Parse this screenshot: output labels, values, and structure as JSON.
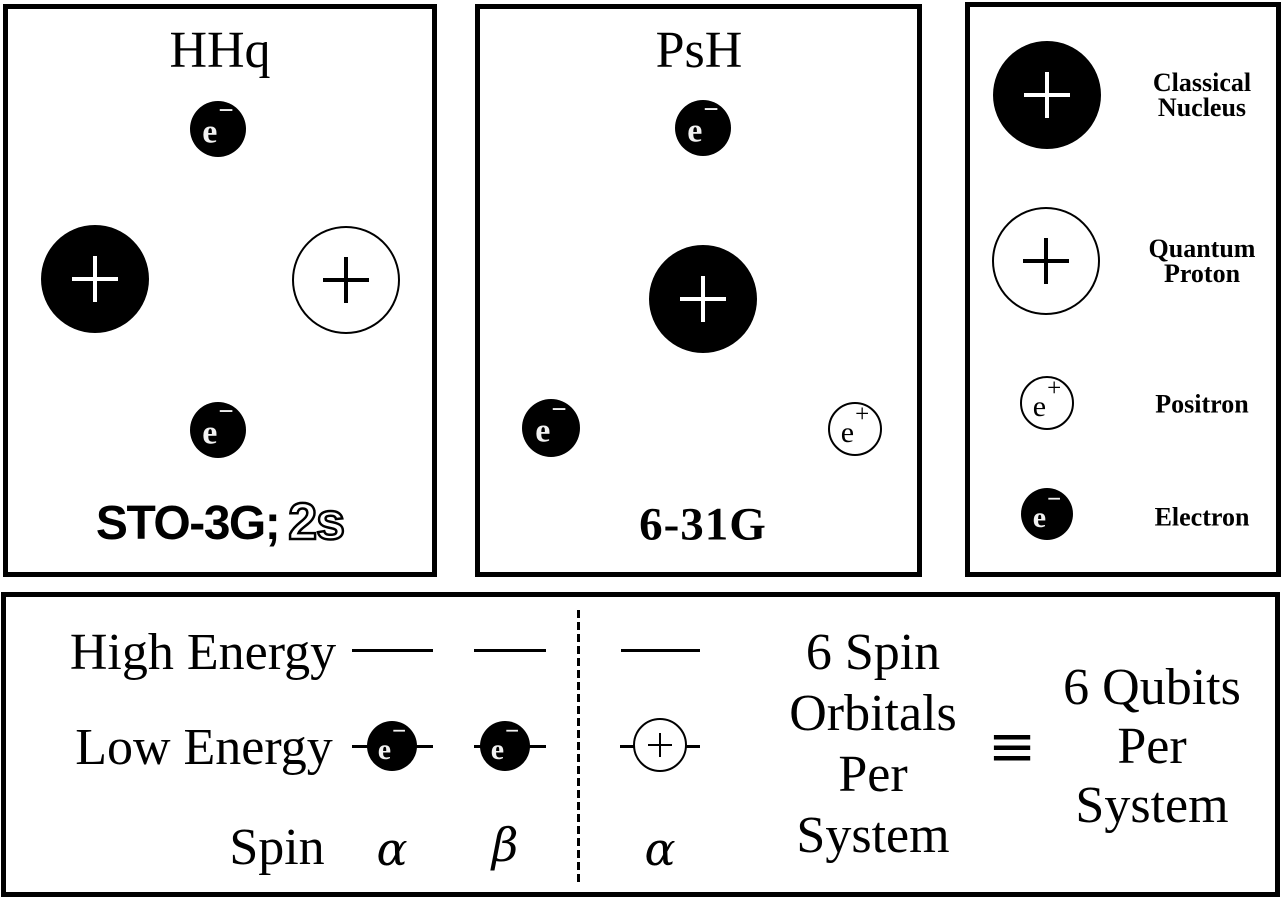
{
  "colors": {
    "ink": "#000000",
    "paper": "#ffffff"
  },
  "symbols": {
    "electron_base": "e",
    "electron_sign": "−",
    "positron_base": "e",
    "positron_sign": "+"
  },
  "panel_hhq": {
    "title": "HHq",
    "basis_bold": "STO-3G;",
    "basis_outline": "2s"
  },
  "panel_psh": {
    "title": "PsH",
    "basis": "6-31G"
  },
  "legend": {
    "classical_nucleus": {
      "line1": "Classical",
      "line2": "Nucleus"
    },
    "quantum_proton": {
      "line1": "Quantum",
      "line2": "Proton"
    },
    "positron": {
      "label": "Positron"
    },
    "electron": {
      "label": "Electron"
    }
  },
  "energy_diagram": {
    "high_energy": "High Energy",
    "low_energy": "Low Energy",
    "spin_label": "Spin",
    "alpha": "α",
    "beta": "β",
    "proton_alpha": "α",
    "spin_orbitals_lines": [
      "6 Spin",
      "Orbitals",
      "Per",
      "System"
    ],
    "equiv": "≡",
    "qubits_lines": [
      "6 Qubits",
      "Per",
      "System"
    ]
  }
}
